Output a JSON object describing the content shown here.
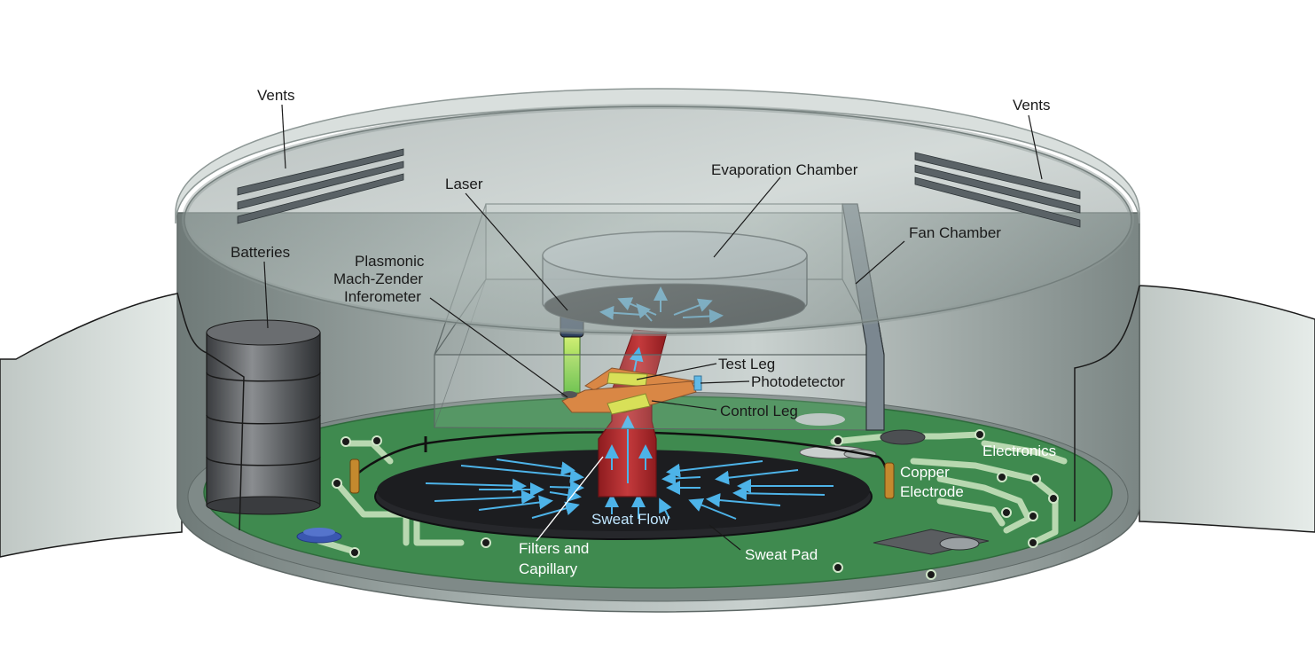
{
  "diagram": {
    "labels": {
      "vents_left": "Vents",
      "vents_right": "Vents",
      "evaporation_chamber": "Evaporation Chamber",
      "laser": "Laser",
      "fan_chamber": "Fan Chamber",
      "batteries": "Batteries",
      "plasmonic_line1": "Plasmonic",
      "plasmonic_line2": "Mach-Zender",
      "plasmonic_line3": "Inferometer",
      "test_leg": "Test Leg",
      "photodetector": "Photodetector",
      "control_leg": "Control Leg",
      "electronics": "Electronics",
      "copper_line1": "Copper",
      "copper_line2": "Electrode",
      "sweat_flow": "Sweat Flow",
      "filters_line1": "Filters and",
      "filters_line2": "Capillary",
      "sweat_pad": "Sweat Pad"
    },
    "colors": {
      "housing": "#8f9a98",
      "board": "#3f8a4f",
      "trace": "#b8d8b0",
      "sweat_pad": "#1c1d20",
      "capillary": "#b3282b",
      "arm": "#d9772a",
      "arm_yellow": "#d8e040",
      "laser_beam": "#9fdc4a",
      "flow_arrows": "#4db3e8"
    }
  }
}
